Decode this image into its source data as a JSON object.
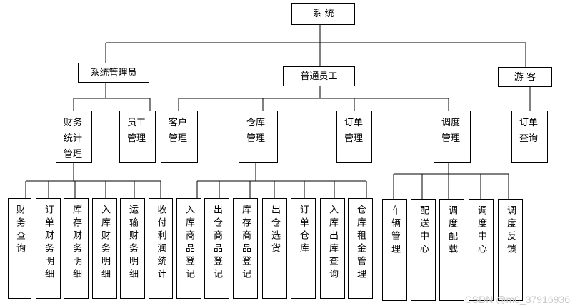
{
  "diagram": {
    "root": "系 统",
    "roles": {
      "admin": "系统管理员",
      "staff": "普通员工",
      "guest": "游 客"
    },
    "admin_modules": {
      "finance": "财务\n统计\n管理",
      "staff_mgmt": "员工\n管理"
    },
    "staff_modules": {
      "customer": "客户\n管理",
      "warehouse": "仓库\n管理",
      "orders": "订单\n管理",
      "dispatch": "调度\n管理"
    },
    "guest_modules": {
      "order_query": "订单\n查询"
    },
    "finance_leaves": [
      "财务查询",
      "订单财务明细",
      "库存财务明细",
      "入库财务明细",
      "运输财务明细",
      "收付利润统计"
    ],
    "warehouse_leaves": [
      "入库商品登记",
      "出仓商品登记",
      "库存商品登记",
      "出仓选货",
      "订单仓库",
      "入库出库查询",
      "仓库租金管理"
    ],
    "dispatch_leaves": [
      "车辆管理",
      "配送中心",
      "调度配载",
      "调度中心",
      "调度反馈"
    ]
  },
  "watermark": "CSDN @m0_37916936"
}
